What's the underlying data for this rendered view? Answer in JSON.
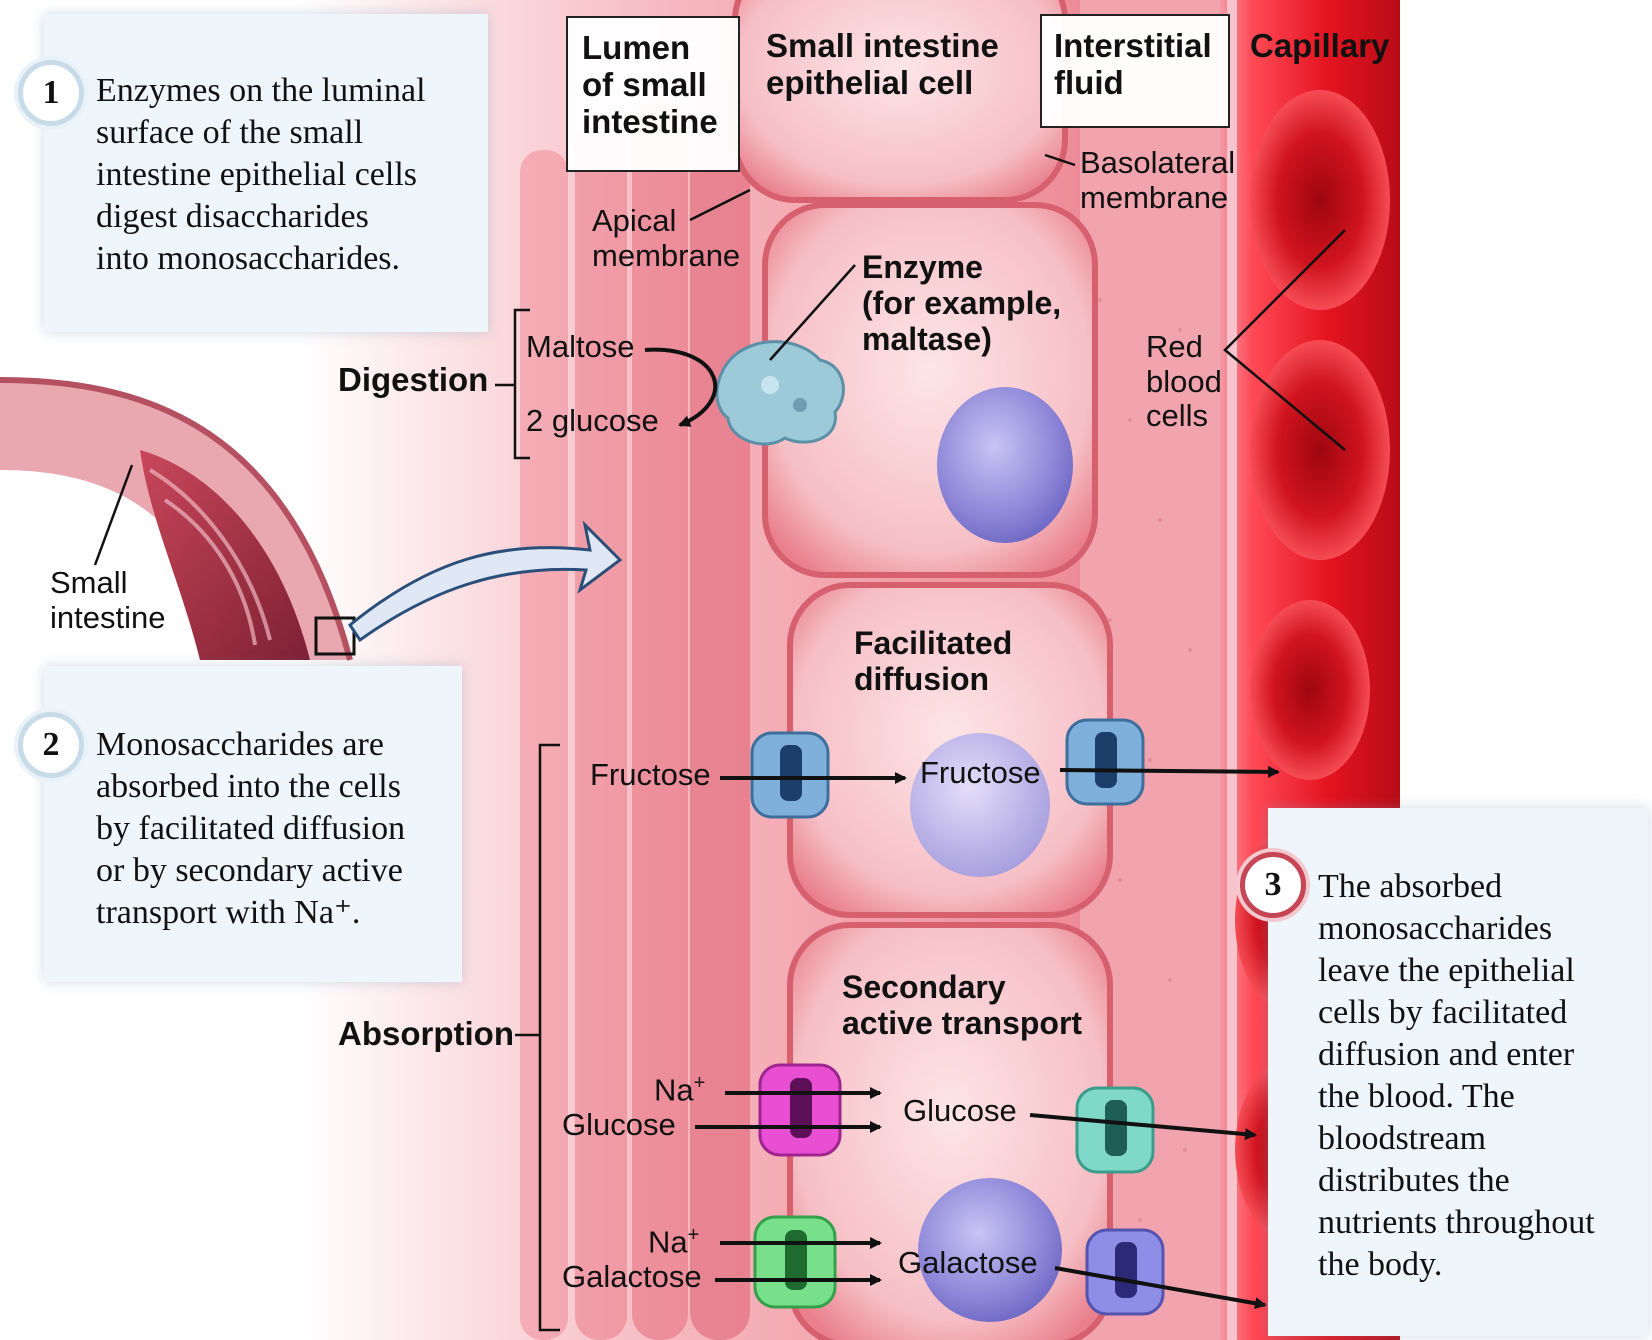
{
  "headers": {
    "lumen": "Lumen\nof small\nintestine",
    "epithelial_cell": "Small intestine\nepithelial cell",
    "interstitial": "Interstitial\nfluid",
    "capillary": "Capillary"
  },
  "labels": {
    "apical_membrane": "Apical\nmembrane",
    "basolateral_membrane": "Basolateral\nmembrane",
    "enzyme": "Enzyme\n(for example,\nmaltase)",
    "red_blood_cells": "Red\nblood\ncells",
    "digestion": "Digestion",
    "maltose": "Maltose",
    "two_glucose": "2 glucose",
    "small_intestine": "Small\nintestine",
    "facilitated_diffusion": "Facilitated\ndiffusion",
    "fructose_in": "Fructose",
    "fructose_cell": "Fructose",
    "absorption": "Absorption",
    "secondary_active_transport": "Secondary\nactive transport",
    "na_1": "Na",
    "glucose_in": "Glucose",
    "glucose_cell": "Glucose",
    "na_2": "Na",
    "galactose_in": "Galactose",
    "galactose_cell": "Galactose",
    "plus": "+"
  },
  "steps": [
    {
      "number": "1",
      "text": "Enzymes on the luminal\nsurface of the small\nintestine epithelial cells\ndigest disaccharides\ninto monosaccharides."
    },
    {
      "number": "2",
      "text": "Monosaccharides are\nabsorbed into the cells\nby facilitated diffusion\nor by secondary active\ntransport with Na⁺."
    },
    {
      "number": "3",
      "text": "The absorbed\nmonosaccharides\nleave the epithelial\ncells by facilitated\ndiffusion and enter\nthe blood. The\nbloodstream\ndistributes the\nnutrients throughout\nthe body."
    }
  ],
  "colors": {
    "tissue": "#e9707c",
    "cell_fill": "#f7c9cd",
    "interstitial": "#f5b3bb",
    "capillary": "#d8141c",
    "nucleus": "#8d86d8",
    "maltase": "#9ccad8",
    "glut_blue": "#7fb0dc",
    "sglt_magenta": "#e84fd2",
    "sglt_green": "#78e08a",
    "glut2_teal": "#7fd8c8",
    "glut2_violet": "#8e8ee6",
    "note_bg": "#eef6fb"
  }
}
